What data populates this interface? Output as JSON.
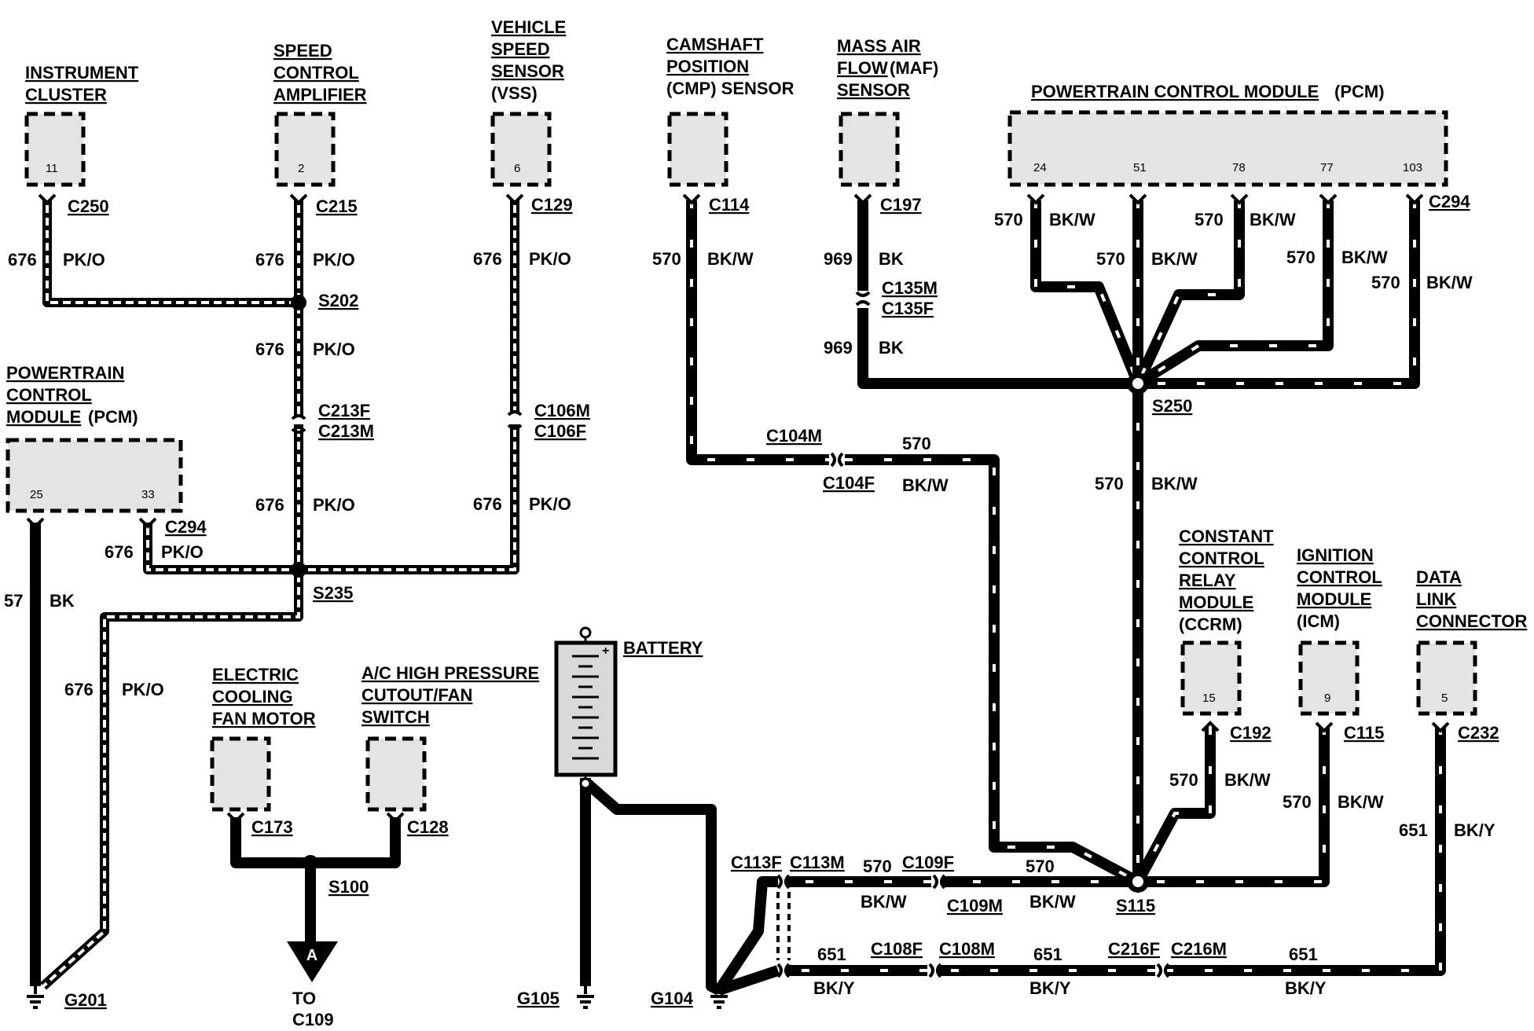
{
  "components": {
    "instrument_cluster": {
      "title": [
        "INSTRUMENT",
        "CLUSTER"
      ],
      "pin": "11",
      "connector": "C250"
    },
    "speed_control_amplifier": {
      "title": [
        "SPEED",
        "CONTROL",
        "AMPLIFIER"
      ],
      "pin": "2",
      "connector": "C215"
    },
    "vehicle_speed_sensor": {
      "title": [
        "VEHICLE",
        "SPEED",
        "SENSOR"
      ],
      "sub": "(VSS)",
      "pin": "6",
      "connector": "C129"
    },
    "camshaft_sensor": {
      "title": [
        "CAMSHAFT",
        "POSITION"
      ],
      "sub_title": "(CMP) SENSOR",
      "connector": "C114"
    },
    "maf_sensor": {
      "title_l1_a": "MASS AIR",
      "title_l2_a": "FLOW",
      "title_l2_b": "(MAF)",
      "title_l3": "SENSOR",
      "connector": "C197"
    },
    "pcm_top": {
      "title": "POWERTRAIN CONTROL MODULE",
      "sub": "(PCM)",
      "pins": [
        "24",
        "51",
        "78",
        "77",
        "103"
      ],
      "connector": "C294"
    },
    "pcm_left": {
      "title": [
        "POWERTRAIN",
        "CONTROL",
        "MODULE"
      ],
      "sub": "(PCM)",
      "pins": [
        "25",
        "33"
      ],
      "connector": "C294"
    },
    "cooling_fan": {
      "title": [
        "ELECTRIC",
        "COOLING",
        "FAN MOTOR"
      ],
      "connector": "C173"
    },
    "ac_switch": {
      "title": [
        "A/C HIGH PRESSURE",
        "CUTOUT/FAN",
        "SWITCH"
      ],
      "connector": "C128"
    },
    "battery": {
      "title": "BATTERY",
      "plus": "+"
    },
    "ccrm": {
      "title": [
        "CONSTANT",
        "CONTROL",
        "RELAY",
        "MODULE"
      ],
      "sub": "(CCRM)",
      "pin": "15",
      "connector": "C192"
    },
    "icm": {
      "title": [
        "IGNITION",
        "CONTROL",
        "MODULE"
      ],
      "sub": "(ICM)",
      "pin": "9",
      "connector": "C115"
    },
    "dlc": {
      "title": [
        "DATA",
        "LINK",
        "CONNECTOR"
      ],
      "pin": "5",
      "connector": "C232"
    }
  },
  "wires": {
    "w676": "676",
    "pko": "PK/O",
    "w570": "570",
    "bkw": "BK/W",
    "w969": "969",
    "bk": "BK",
    "w57": "57",
    "w651": "651",
    "bky": "BK/Y"
  },
  "connectors": {
    "c135m": "C135M",
    "c135f": "C135F",
    "c213f": "C213F",
    "c213m": "C213M",
    "c106m": "C106M",
    "c106f": "C106F",
    "c104m": "C104M",
    "c104f": "C104F",
    "c113f": "C113F",
    "c113m": "C113M",
    "c109f": "C109F",
    "c109m": "C109M",
    "c108f": "C108F",
    "c108m": "C108M",
    "c216f": "C216F",
    "c216m": "C216M"
  },
  "splices": {
    "s202": "S202",
    "s235": "S235",
    "s250": "S250",
    "s115": "S115",
    "s100": "S100"
  },
  "grounds": {
    "g201": "G201",
    "g105": "G105",
    "g104": "G104"
  },
  "offpage": {
    "letter": "A",
    "to": "TO",
    "target": "C109"
  }
}
